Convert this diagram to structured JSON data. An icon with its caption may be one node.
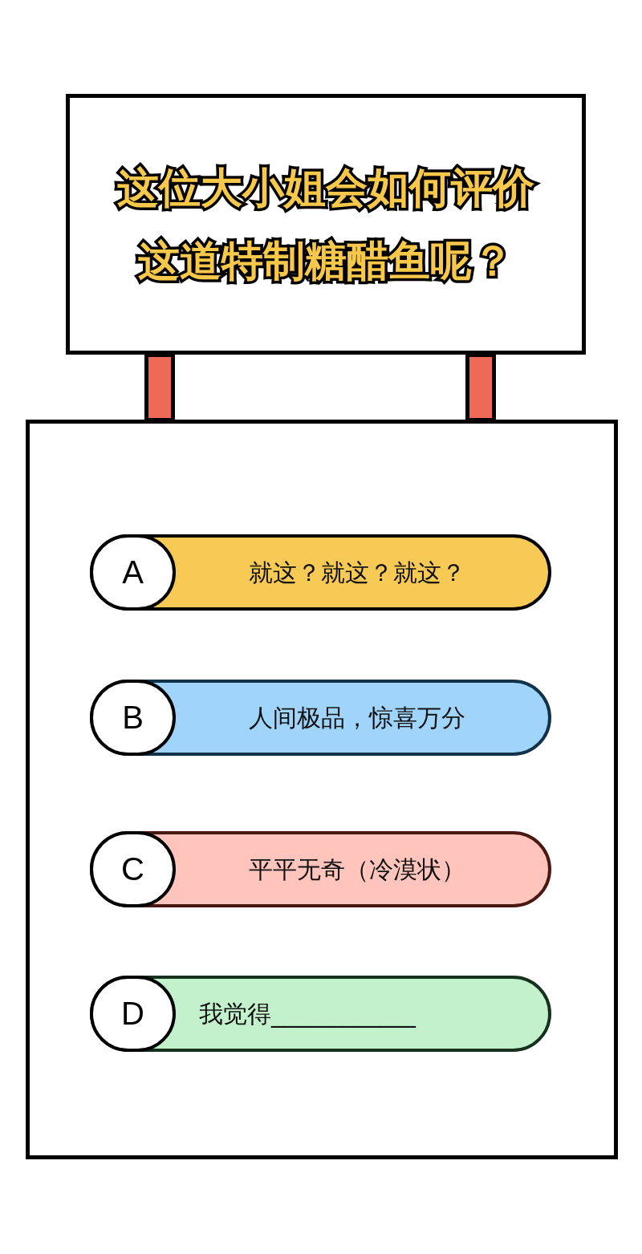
{
  "diagram": {
    "nodes": [
      {
        "text": [
          "这位大小姐会如何评价这道特制糖醋鱼呢？"
        ]
      },
      {
        "text": [],
        "shape": "bar"
      },
      {
        "text": [],
        "shape": "bar"
      },
      {
        "text": [],
        "shape": "box"
      },
      {
        "text": [
          "A",
          "就这？就这？就这？"
        ],
        "in": 3
      },
      {
        "text": [
          "B",
          "人间极品，惊喜万分"
        ],
        "in": 3
      },
      {
        "text": [
          "C",
          "平平无奇（冷漠状）"
        ],
        "in": 3
      },
      {
        "text": [
          "D",
          "我觉得____________"
        ],
        "in": 3
      }
    ]
  }
}
